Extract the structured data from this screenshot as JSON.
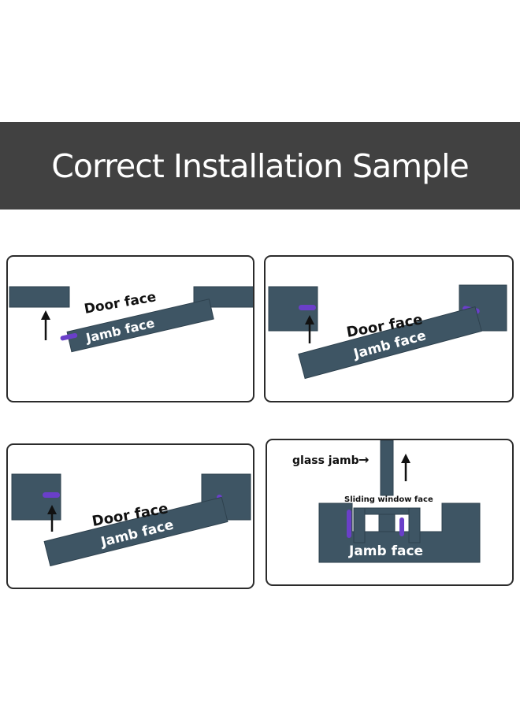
{
  "title": "Correct Installation Sample",
  "colors": {
    "banner": "#414141",
    "board": "#3e5564",
    "board_dark": "#2e414e",
    "seal": "#6a3fc9",
    "panel_border": "#2b2b2b",
    "text_on_board": "#ffffff",
    "text_dark": "#111111"
  },
  "panels": [
    {
      "door_label": "Door face",
      "jamb_label": "Jamb face",
      "arrow_icon": "arrow-up-icon"
    },
    {
      "door_label": "Door face",
      "jamb_label": "Jamb face",
      "arrow_icon": "arrow-up-icon"
    },
    {
      "door_label": "Door face",
      "jamb_label": "Jamb face",
      "arrow_icon": "arrow-up-icon"
    },
    {
      "glass_label": "glass jamb",
      "glass_arrow": "→",
      "window_label": "Sliding window face",
      "jamb_label": "Jamb face",
      "arrow_icon": "arrow-up-icon"
    }
  ]
}
